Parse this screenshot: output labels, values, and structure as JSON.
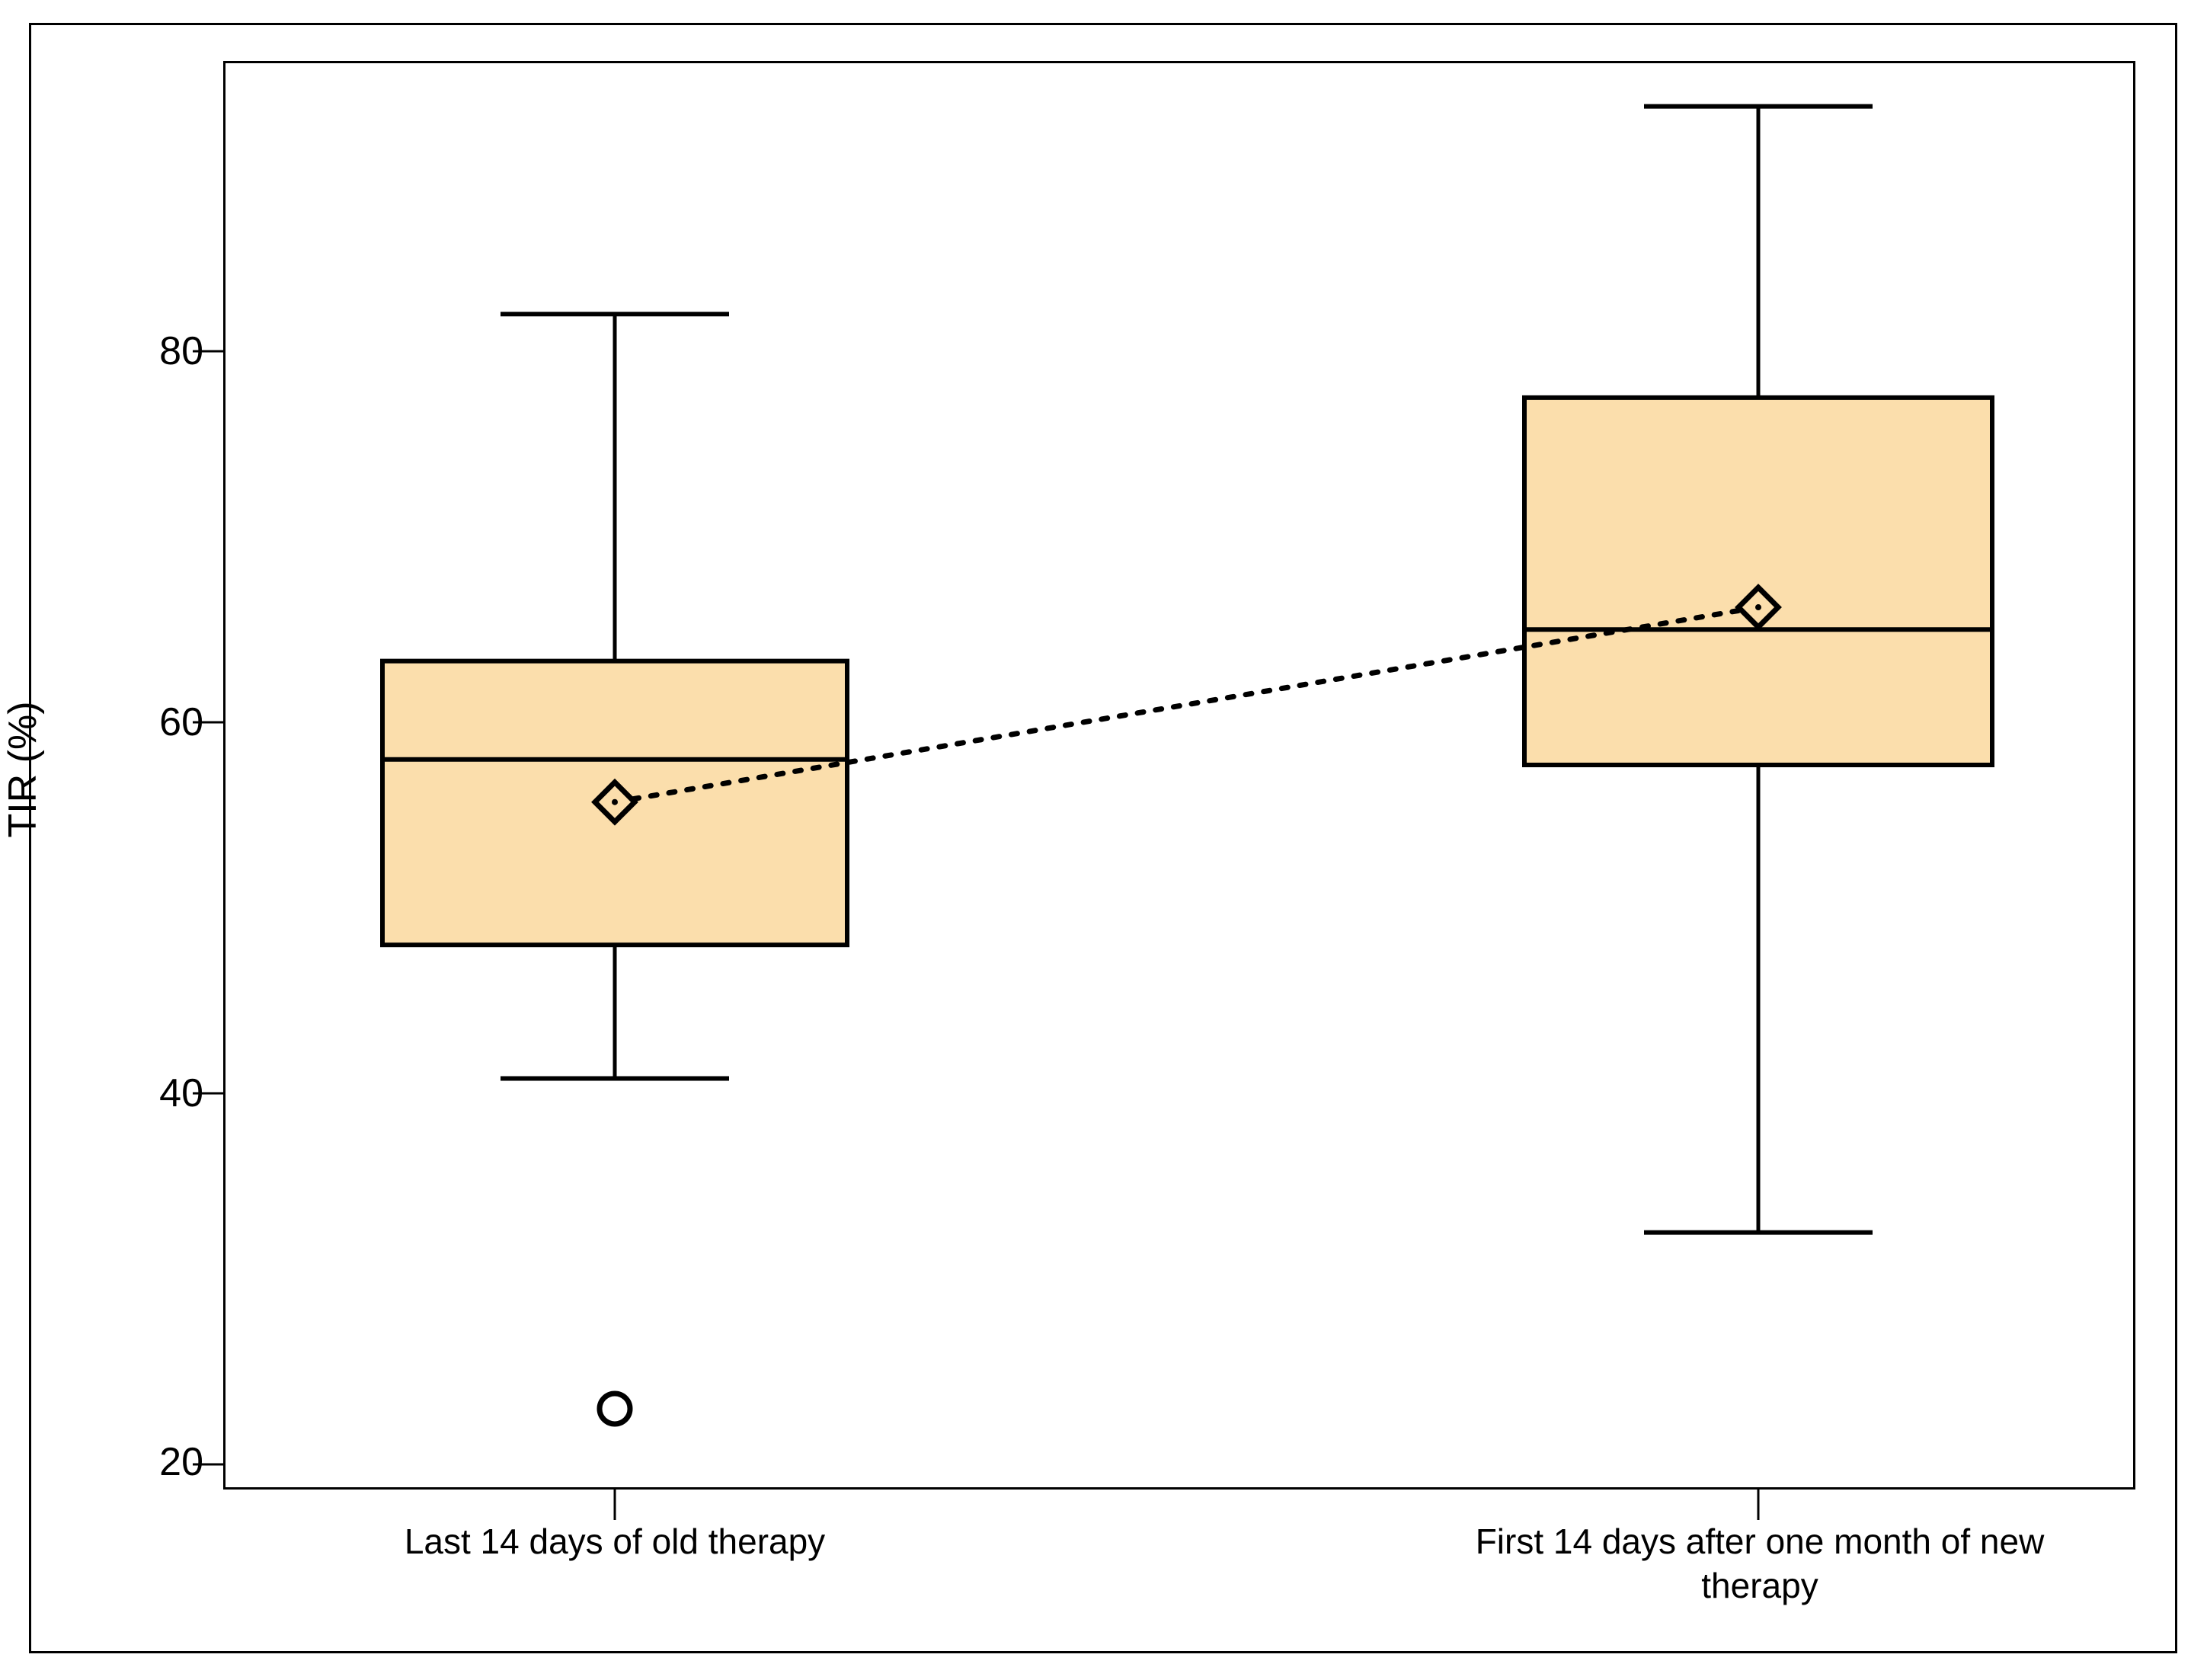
{
  "chart_data": {
    "type": "box",
    "title": "",
    "xlabel": "",
    "ylabel": "TIR (%)",
    "ylim": [
      17.5,
      95.5
    ],
    "yticks": [
      20,
      40,
      60,
      80
    ],
    "ytick_labels": [
      "20",
      "40",
      "60",
      "80"
    ],
    "grid": false,
    "legend": null,
    "categories": [
      "Last 14 days of old therapy",
      "First 14 days after one month of new therapy"
    ],
    "boxes": [
      {
        "label": "Last 14 days of old therapy",
        "whisker_low": 40.8,
        "q1": 48.0,
        "median": 58.0,
        "q3": 63.3,
        "whisker_high": 82.0,
        "mean": 55.7,
        "outliers": [
          23.0
        ],
        "fill_color": "#FBDEAC",
        "edge_color": "#000000"
      },
      {
        "label": "First 14 days after one month of new therapy",
        "whisker_low": 32.5,
        "q1": 57.7,
        "median": 65.0,
        "q3": 77.5,
        "whisker_high": 93.2,
        "mean": 66.2,
        "outliers": [],
        "fill_color": "#FBDEAC",
        "edge_color": "#000000"
      }
    ],
    "mean_connector": {
      "style": "dotted",
      "from_mean": 55.7,
      "to_mean": 66.2
    },
    "markers": {
      "mean": "diamond",
      "outlier": "circle"
    }
  },
  "axis": {
    "y_label": "TIR (%)",
    "y_tick_0": "20",
    "y_tick_1": "40",
    "y_tick_2": "60",
    "y_tick_3": "80",
    "x_tick_0": "Last 14 days of old therapy",
    "x_tick_1_line_1": "First 14 days after one month of new",
    "x_tick_1_line_2": "therapy"
  }
}
